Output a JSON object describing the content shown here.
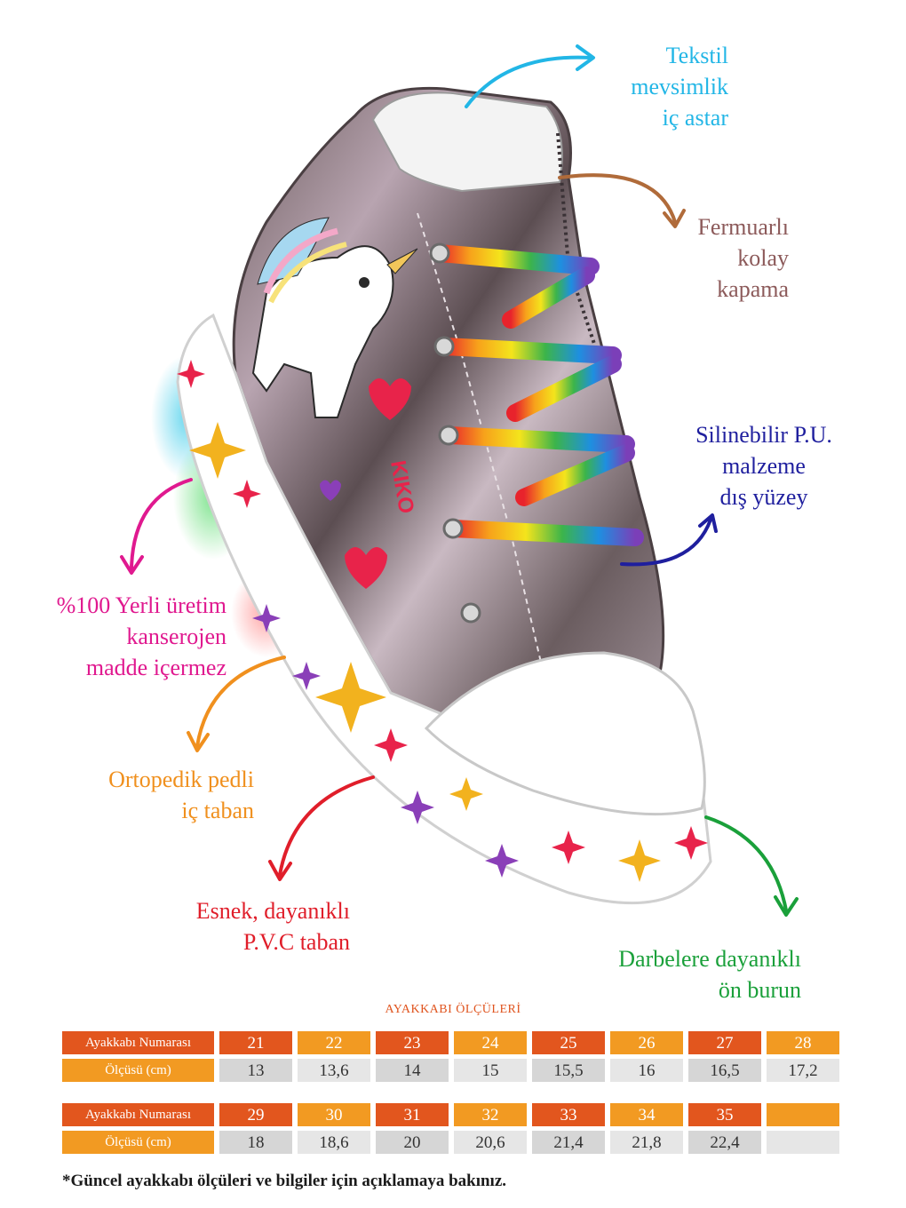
{
  "callouts": {
    "lining": {
      "lines": [
        "Tekstil",
        "mevsimlik",
        "iç astar"
      ],
      "color": "#22b6e6"
    },
    "zipper": {
      "lines": [
        "Fermuarlı",
        "kolay",
        "kapama"
      ],
      "color": "#8c5a5a"
    },
    "surface": {
      "lines": [
        "Silinebilir P.U.",
        "malzeme",
        "dış yüzey"
      ],
      "color": "#1f1f9e"
    },
    "local": {
      "lines": [
        "%100 Yerli üretim",
        "kanserojen",
        "madde içermez"
      ],
      "color": "#e0198f"
    },
    "insole": {
      "lines": [
        "Ortopedik pedli",
        "iç taban"
      ],
      "color": "#f0901e"
    },
    "sole": {
      "lines": [
        "Esnek, dayanıklı",
        "P.V.C taban"
      ],
      "color": "#e01e2a"
    },
    "toe": {
      "lines": [
        "Darbelere dayanıklı",
        "ön burun"
      ],
      "color": "#1aa03a"
    }
  },
  "shoe": {
    "brand_text": "KIKO"
  },
  "size_chart": {
    "title": "AYAKKABI ÖLÇÜLERİ",
    "colors": {
      "dark": "#e2561e",
      "light": "#f29a22",
      "grey_a": "#d6d6d6",
      "grey_b": "#e6e6e6"
    },
    "rows": [
      {
        "label": "Ayakkabı Numarası",
        "cells": [
          "21",
          "22",
          "23",
          "24",
          "25",
          "26",
          "27",
          "28"
        ]
      },
      {
        "label": "Ölçüsü (cm)",
        "cells": [
          "13",
          "13,6",
          "14",
          "15",
          "15,5",
          "16",
          "16,5",
          "17,2"
        ]
      },
      {
        "label": "Ayakkabı Numarası",
        "cells": [
          "29",
          "30",
          "31",
          "32",
          "33",
          "34",
          "35",
          ""
        ]
      },
      {
        "label": "Ölçüsü (cm)",
        "cells": [
          "18",
          "18,6",
          "20",
          "20,6",
          "21,4",
          "21,8",
          "22,4",
          ""
        ]
      }
    ],
    "footnote": "*Güncel ayakkabı ölçüleri ve bilgiler için açıklamaya bakınız."
  }
}
